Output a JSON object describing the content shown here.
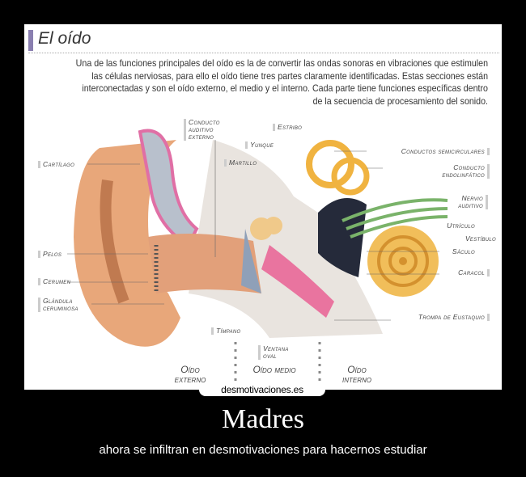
{
  "poster": {
    "diagram": {
      "title": "El oído",
      "intro": "Una de las funciones principales del oído es la de convertir las ondas sonoras en vibraciones que estimulen las células nerviosas, para ello el oído tiene tres partes claramente identificadas. Estas secciones están interconectadas y son el oído externo, el medio y el interno. Cada parte tiene funciones específicas dentro de la secuencia de procesamiento del sonido.",
      "labels": {
        "cartilago": "Cartílago",
        "pelos": "Pelos",
        "cerumen": "Cerumen",
        "glandula": "Glándula ceruminosa",
        "conducto_auditivo": "Conducto auditivo externo",
        "estribo": "Estribo",
        "yunque": "Yunque",
        "martillo": "Martillo",
        "timpano": "Tímpano",
        "ventana_oval": "Ventana oval",
        "conductos_semicirculares": "Conductos semicirculares",
        "conducto_endolinfatico": "Conducto endolinfático",
        "nervio_auditivo": "Nervio auditivo",
        "utriculo": "Utrículo",
        "vestibulo": "Vestíbulo",
        "saculo": "Sáculo",
        "caracol": "Caracol",
        "trompa": "Trompa de Eustaquio"
      },
      "sections": {
        "externo": "Oído externo",
        "medio": "Oído medio",
        "interno": "Oído interno"
      }
    },
    "watermark": "desmotivaciones.es",
    "caption": "Madres",
    "subtitle": "ahora se infiltran en desmotivaciones para hacernos estudiar"
  }
}
